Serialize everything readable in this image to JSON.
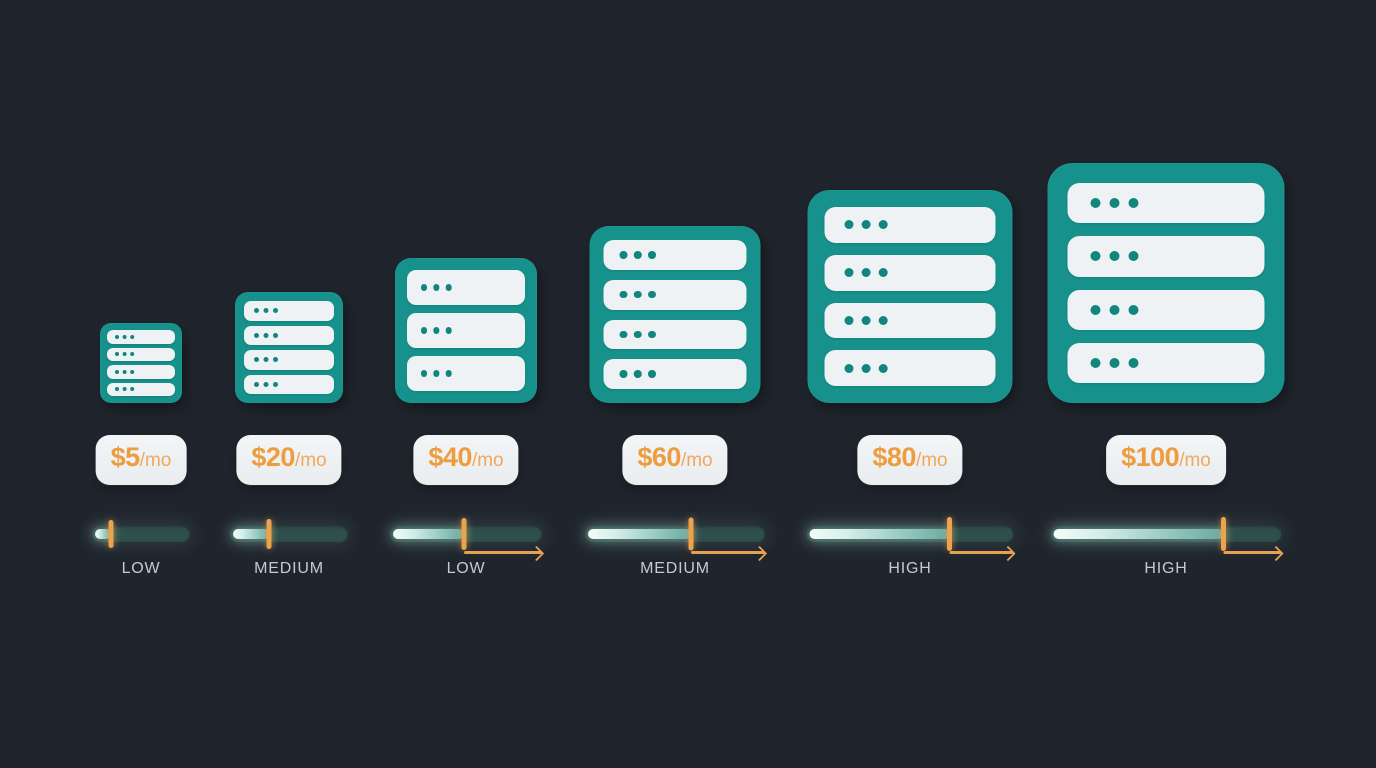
{
  "colors": {
    "background": "#20252d",
    "server_teal": "#17918b",
    "server_row": "#eef2f4",
    "led_dot_teal": "#12857e",
    "price_orange": "#ee9d3e",
    "price_suffix_orange": "#f2a75a",
    "badge_background": "#edf0f3",
    "slider_track": "#2e4f4b",
    "slider_fill_glow": "#d4ede7",
    "slider_handle_orange": "#eda24c",
    "arrow_orange": "#e8a14f",
    "label_gray": "#c6cad0"
  },
  "tiers": [
    {
      "price": "$5",
      "suffix": "/mo",
      "label": "LOW",
      "server_rows": 4,
      "slider_percent": 19,
      "has_arrow": false
    },
    {
      "price": "$20",
      "suffix": "/mo",
      "label": "MEDIUM",
      "server_rows": 4,
      "slider_percent": 33,
      "has_arrow": false
    },
    {
      "price": "$40",
      "suffix": "/mo",
      "label": "LOW",
      "server_rows": 3,
      "slider_percent": 49,
      "has_arrow": true
    },
    {
      "price": "$60",
      "suffix": "/mo",
      "label": "MEDIUM",
      "server_rows": 4,
      "slider_percent": 59,
      "has_arrow": true
    },
    {
      "price": "$80",
      "suffix": "/mo",
      "label": "HIGH",
      "server_rows": 4,
      "slider_percent": 69,
      "has_arrow": true
    },
    {
      "price": "$100",
      "suffix": "/mo",
      "label": "HIGH",
      "server_rows": 4,
      "slider_percent": 75,
      "has_arrow": true
    }
  ]
}
